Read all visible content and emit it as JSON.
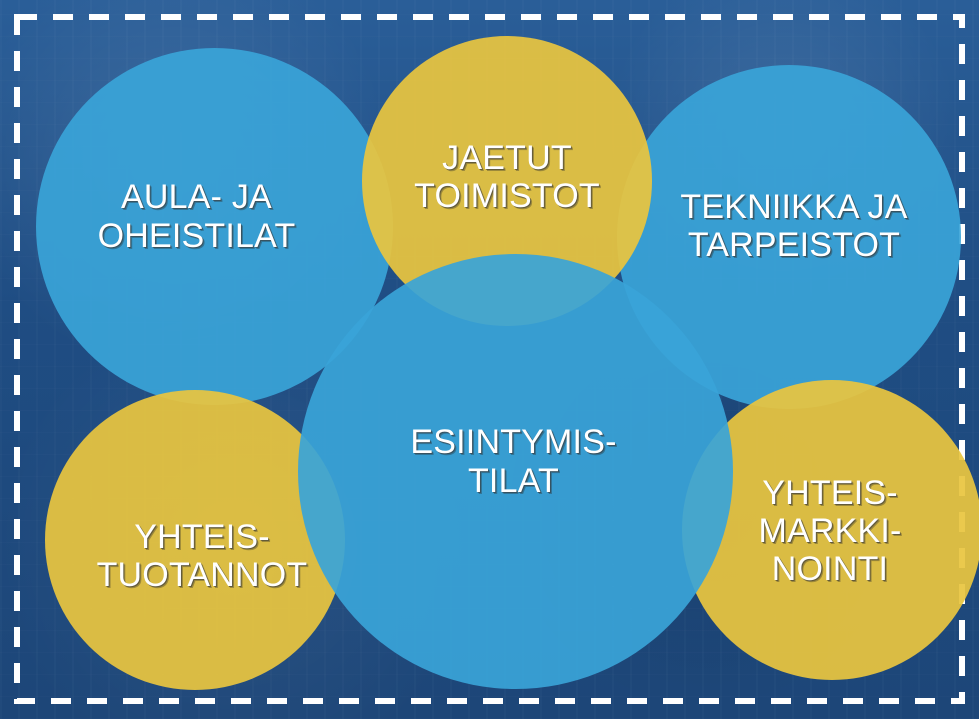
{
  "diagram": {
    "nodes": [
      {
        "id": "aula",
        "label": "AULA- JA\nOHEISTILAT",
        "color": "#3aa4d8"
      },
      {
        "id": "jaetut",
        "label": "JAETUT\nTOIMISTOT",
        "color": "#e8c53f"
      },
      {
        "id": "tekniikka",
        "label": "TEKNIIKKA JA\nTARPEISTOT",
        "color": "#3aa4d8"
      },
      {
        "id": "yhteistuotannot",
        "label": "YHTEIS-\nTUOTANNOT",
        "color": "#e8c53f"
      },
      {
        "id": "esiintymistilat",
        "label": "ESIINTYMIS-\nTILAT",
        "color": "#3aa4d8"
      },
      {
        "id": "yhteismarkkinointi",
        "label": "YHTEIS-\nMARKKI-\nNOINTI",
        "color": "#e8c53f"
      }
    ]
  },
  "colors": {
    "background": "#1f4f86",
    "blue_circle": "#3aa4d8",
    "gold_circle": "#e8c53f",
    "frame": "#ffffff"
  }
}
